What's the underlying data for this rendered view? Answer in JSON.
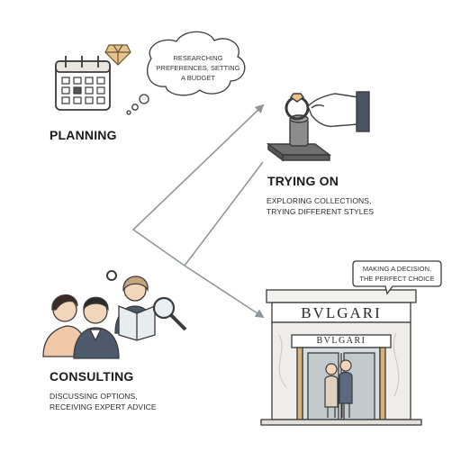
{
  "stages": [
    {
      "title": "PLANNING",
      "lines": []
    },
    {
      "title": "TRYING ON",
      "lines": [
        "EXPLORING COLLECTIONS,",
        "TRYING DIFFERENT STYLES"
      ]
    },
    {
      "title": "CONSULTING",
      "lines": [
        "DISCUSSING OPTIONS,",
        "RECEIVING EXPERT ADVICE"
      ]
    }
  ],
  "thought_bubble": {
    "lines": [
      "RESEARCHING",
      "PREFERENCES, SETTING",
      "A BUDGET"
    ]
  },
  "decision_bubble": {
    "lines": [
      "MAKING A DECISION,",
      "THE PERFECT CHOICE"
    ]
  },
  "store": {
    "brand_top": "BVLGARI",
    "brand_door": "BVLGARI"
  },
  "colors": {
    "arrow": "#8f979c",
    "gold": "#d9b27a",
    "line": "#3a3a3a",
    "marble": "#efedea"
  }
}
